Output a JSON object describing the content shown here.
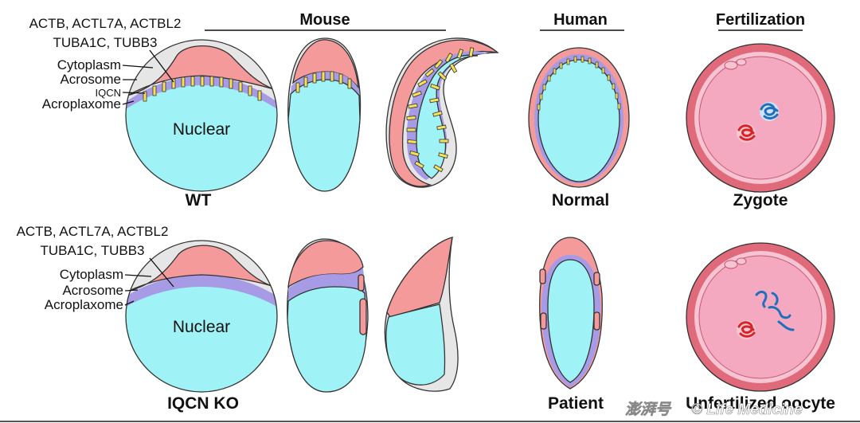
{
  "headers": {
    "mouse": "Mouse",
    "human": "Human",
    "fertilization": "Fertilization"
  },
  "wt_labels": {
    "actin": "ACTB, ACTL7A, ACTBL2",
    "tubulin": "TUBA1C, TUBB3",
    "cytoplasm": "Cytoplasm",
    "acrosome": "Acrosome",
    "iqcn": "IQCN",
    "acroplaxome": "Acroplaxome",
    "nuclear": "Nuclear"
  },
  "ko_labels": {
    "actin": "ACTB, ACTL7A, ACTBL2",
    "tubulin": "TUBA1C, TUBB3",
    "cytoplasm": "Cytoplasm",
    "acrosome": "Acrosome",
    "acroplaxome": "Acroplaxome",
    "nuclear": "Nuclear"
  },
  "captions": {
    "wt": "WT",
    "normal": "Normal",
    "zygote": "Zygote",
    "iqcn_ko": "IQCN KO",
    "patient": "Patient",
    "unfertilized": "Unfertilized oocyte"
  },
  "watermark": {
    "left": "澎湃号",
    "right": "© Life Medicine"
  },
  "colors": {
    "cytoplasm": "#e6e6e6",
    "acrosome": "#f49a9a",
    "acroplaxome": "#a79be6",
    "iqcn": "#f5e05a",
    "nucleus": "#9ff3f7",
    "egg_outer": "#e06a7a",
    "egg_inner": "#f4a9c0",
    "pronucleus_red": "#d8232a",
    "pronucleus_blue": "#1f6fc0"
  }
}
